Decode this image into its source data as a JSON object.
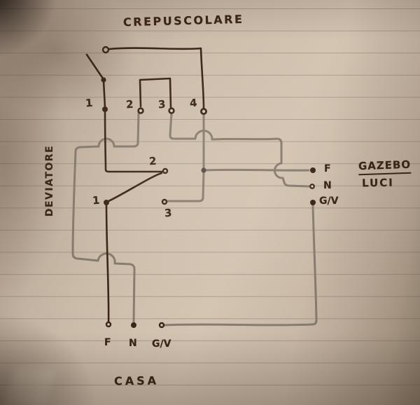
{
  "colors": {
    "pen_dark": "#3b2418",
    "pen_gray": "#867c6f",
    "paper": "#cfbfad",
    "ruled_line": "#7a6a5e"
  },
  "crepuscolare": {
    "title": "CREPUSCOLARE",
    "terminals": [
      "1",
      "2",
      "3",
      "4"
    ]
  },
  "deviatore": {
    "title": "DEVIATORE",
    "terminals": [
      "1",
      "2",
      "3"
    ]
  },
  "gazebo": {
    "title_line1": "GAZEBO",
    "title_line2": "LUCI",
    "terminals": [
      "F",
      "N",
      "G/V"
    ]
  },
  "casa": {
    "title": "CASA",
    "terminals": [
      "F",
      "N",
      "G/V"
    ]
  }
}
